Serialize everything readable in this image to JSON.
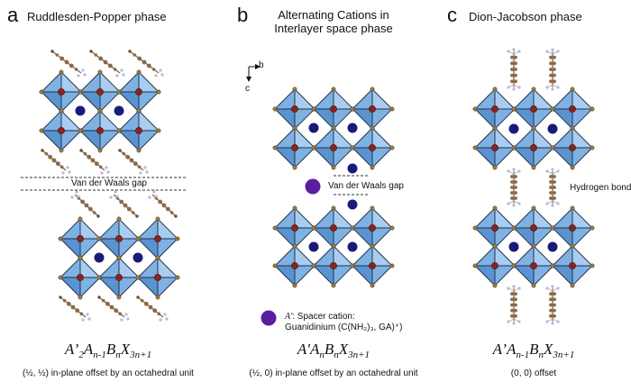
{
  "panels": [
    {
      "letter": "a",
      "title": "Ruddlesden-Popper phase",
      "formula": {
        "parts": [
          "A",
          "’",
          "2",
          "A",
          "n-1",
          "B",
          "n",
          "X",
          "3n+1"
        ]
      },
      "caption": "(½, ½) in-plane offset by an octahedral unit",
      "gap_label": "Van der Waals gap"
    },
    {
      "letter": "b",
      "title_line1": "Alternating Cations in",
      "title_line2": "Interlayer space phase",
      "formula": {
        "parts": [
          "A'",
          "A",
          "n",
          "B",
          "n",
          "X",
          "3n+1"
        ]
      },
      "caption": "(½, 0) in-plane offset by an octahedral unit",
      "gap_label": "Van der Waals gap",
      "axes": {
        "horizontal": "b",
        "vertical": "c"
      },
      "legend": {
        "symbol_label": "A'",
        "line1": ": Spacer cation:",
        "line2": "Guanidinium  (C(NH₂)₃,  GA)⁺)"
      }
    },
    {
      "letter": "c",
      "title": "Dion-Jacobson phase",
      "formula": {
        "parts": [
          "A",
          "’",
          "A",
          "n-1",
          "B",
          "n",
          "X",
          "3n+1"
        ]
      },
      "caption": "(0, 0) offset",
      "bond_label": "Hydrogen bond"
    }
  ],
  "colors": {
    "octahedron_light": "#a9cdf0",
    "octahedron_mid": "#7fb1e3",
    "octahedron_dark": "#5b93d1",
    "octahedron_edge": "#1c2f45",
    "b_site": "#8e2318",
    "x_site": "#a07a3a",
    "a_site": "#1a1a7a",
    "spacer_cation": "#5a1fa0",
    "molecule": "#8a6a4a",
    "hydrogen": "#b8b8d8"
  }
}
